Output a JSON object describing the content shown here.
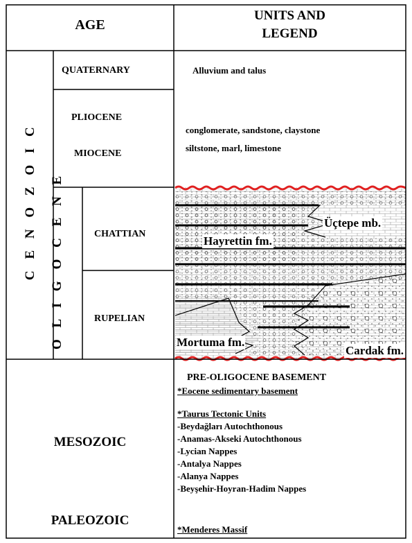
{
  "header": {
    "age": "AGE",
    "units_line1": "UNITS AND",
    "units_line2": "LEGEND"
  },
  "era_cenozoic": "C E N O Z O I C",
  "epoch_oligocene": "O L I G O C E N E",
  "periods": {
    "quaternary": "QUATERNARY",
    "pliocene": "PLIOCENE",
    "miocene": "MIOCENE",
    "chattian": "CHATTIAN",
    "rupelian": "RUPELIAN"
  },
  "legend": {
    "quaternary_units": "Alluvium and talus",
    "neogene_line1": "conglomerate, sandstone, claystone",
    "neogene_line2": "siltstone, marl, limestone",
    "uctepe": "Üçtepe mb.",
    "hayrettin": "Hayrettin fm.",
    "mortuma": "Mortuma fm.",
    "cardak": "Cardak fm."
  },
  "basement": {
    "mesozoic": "MESOZOIC",
    "paleozoic": "PALEOZOIC",
    "title": "PRE-OLIGOCENE  BASEMENT",
    "eocene": "*Eocene sedimentary basement",
    "taurus": "*Taurus Tectonic Units",
    "items": [
      "-Beydağları Autochthonous",
      "-Anamas-Akseki Autochthonous",
      "-Lycian Nappes",
      "-Antalya Nappes",
      "-Alanya Nappes",
      "-Beyşehir-Hoyran-Hadim Nappes"
    ],
    "menderes": "*Menderes Massif"
  },
  "colors": {
    "unconformity": "#e02020",
    "line": "#000000"
  }
}
